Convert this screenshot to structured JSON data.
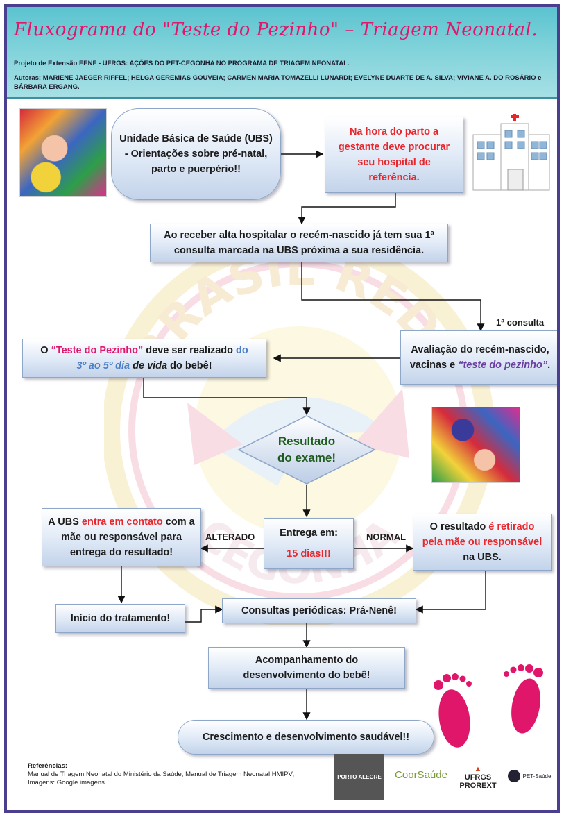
{
  "header": {
    "title": "Fluxograma do \"Teste do Pezinho\" – Triagem Neonatal.",
    "subtitle": "Projeto de Extensão EENF - UFRGS: AÇÕES DO PET-CEGONHA NO PROGRAMA DE TRIAGEM NEONATAL.",
    "authors": "Autoras: MARIENE JAEGER RIFFEL; HELGA GEREMIAS GOUVEIA; CARMEN MARIA TOMAZELLI LUNARDI; EVELYNE DUARTE DE A. SILVA; VIVIANE A. DO ROSÁRIO e BÁRBARA ERGANG."
  },
  "watermark": {
    "text_top": "BRASIL REDE",
    "text_bottom": "CEGONHA"
  },
  "nodes": {
    "ubs": "Unidade Básica de Saúde (UBS) - Orientações sobre pré-natal, parto e puerpério!!",
    "hospital": "Na hora do parto a gestante deve procurar seu hospital de referência.",
    "alta": "Ao receber alta hospitalar o recém-nascido já tem sua 1ª consulta marcada na UBS próxima a sua residência.",
    "consulta_label": "1ª consulta",
    "avaliacao_a": "Avaliação do recém-nascido, vacinas e ",
    "avaliacao_b": "“teste do pezinho”",
    "avaliacao_c": ".",
    "teste_a": "O ",
    "teste_b": "“Teste do Pezinho”",
    "teste_c": " deve ser realizado ",
    "teste_d": "do",
    "teste_e": "3º ao 5º dia",
    "teste_f": "de vida",
    "teste_g": " do bebê!",
    "resultado": "Resultado do exame!",
    "entrega_a": "Entrega em:",
    "entrega_b": "15 dias!!!",
    "alterado_label": "ALTERADO",
    "normal_label": "NORMAL",
    "ubs_contato_a": "A UBS ",
    "ubs_contato_b": "entra em contato",
    "ubs_contato_c": " com a mãe ou responsável para entrega do resultado!",
    "retirado_a": "O resultado ",
    "retirado_b": "é retirado pela mãe ou responsável",
    "retirado_c": " na UBS.",
    "tratamento": "Início do tratamento!",
    "consultas": "Consultas periódicas: Prá-Nenê!",
    "acompanhamento": "Acompanhamento do desenvolvimento do bebê!",
    "crescimento": "Crescimento e desenvolvimento saudável!!"
  },
  "references": {
    "heading": "Referências:",
    "line1": "Manual de Triagem Neonatal do Ministério da Saúde; Manual de Triagem Neonatal HMIPV;",
    "line2": "Imagens: Google imagens"
  },
  "logos": {
    "porto_alegre": "PORTO ALEGRE",
    "coorsaude": "CoorSaúde",
    "ufrgs": "UFRGS",
    "prorext": "PROREXT",
    "petsaude": "PET-Saúde"
  },
  "colors": {
    "title": "#e0166b",
    "header": "#5ac3cf",
    "border": "#4a3f8f",
    "red": "#e8262c",
    "footprint": "#e0166b"
  }
}
